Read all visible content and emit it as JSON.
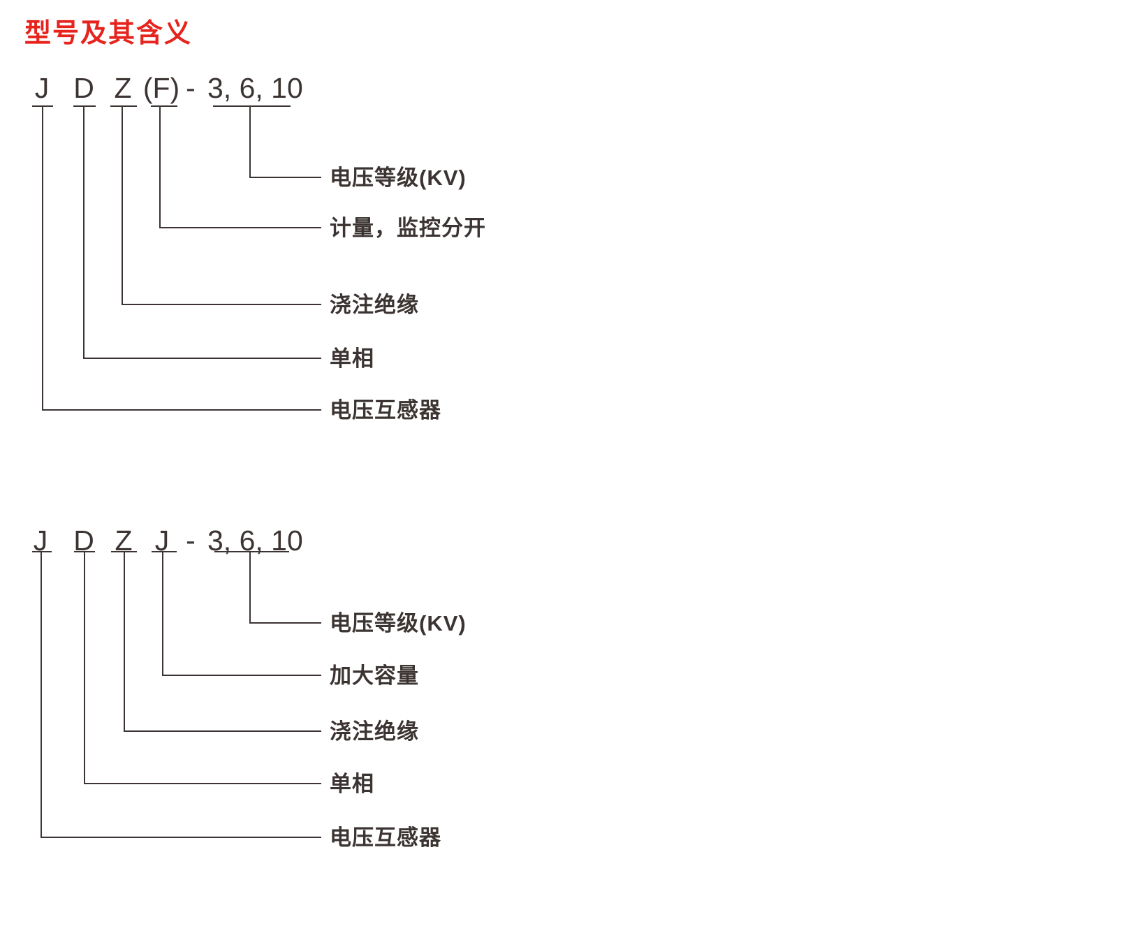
{
  "page": {
    "title": "型号及其含义"
  },
  "colors": {
    "title_red": "#e6231c",
    "ink": "#3b3432"
  },
  "diagram1": {
    "code": {
      "p1": "J",
      "p2": "D",
      "p3": "Z",
      "p4": "(F)",
      "p5": "-",
      "p6": "3, 6, 10"
    },
    "labels": {
      "l1": "电压等级(KV)",
      "l2": "计量，监控分开",
      "l3": "浇注绝缘",
      "l4": "单相",
      "l5": "电压互感器"
    }
  },
  "diagram2": {
    "code": {
      "p1": "J",
      "p2": "D",
      "p3": "Z",
      "p4": "J",
      "p5": "-",
      "p6": "3, 6, 10"
    },
    "labels": {
      "l1": "电压等级(KV)",
      "l2": "加大容量",
      "l3": "浇注绝缘",
      "l4": "单相",
      "l5": "电压互感器"
    }
  }
}
